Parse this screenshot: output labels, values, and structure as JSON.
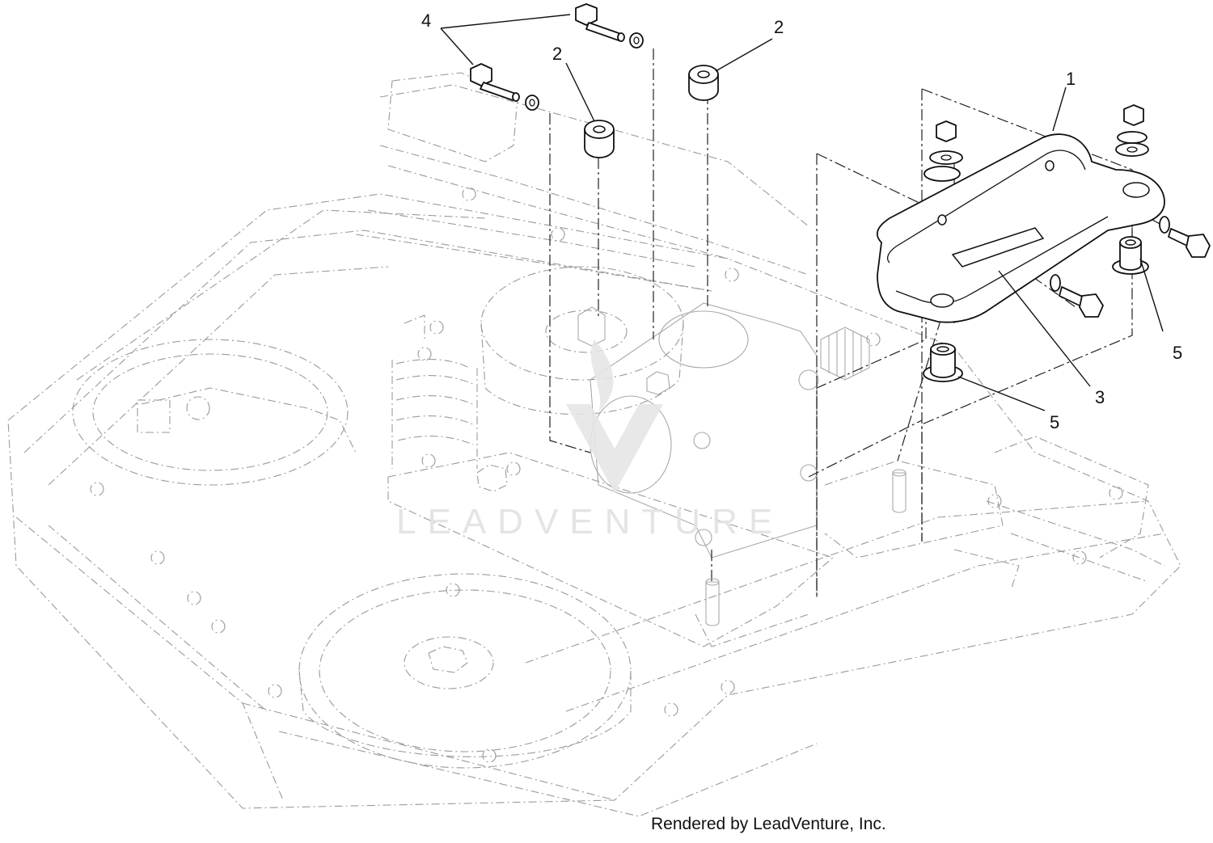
{
  "diagram": {
    "callouts": [
      {
        "id": "callout-1",
        "label": "1"
      },
      {
        "id": "callout-2a",
        "label": "2"
      },
      {
        "id": "callout-2b",
        "label": "2"
      },
      {
        "id": "callout-3",
        "label": "3"
      },
      {
        "id": "callout-4",
        "label": "4"
      },
      {
        "id": "callout-5a",
        "label": "5"
      },
      {
        "id": "callout-5b",
        "label": "5"
      }
    ],
    "watermark": "LEADVENTURE",
    "credit": "Rendered by LeadVenture, Inc."
  }
}
